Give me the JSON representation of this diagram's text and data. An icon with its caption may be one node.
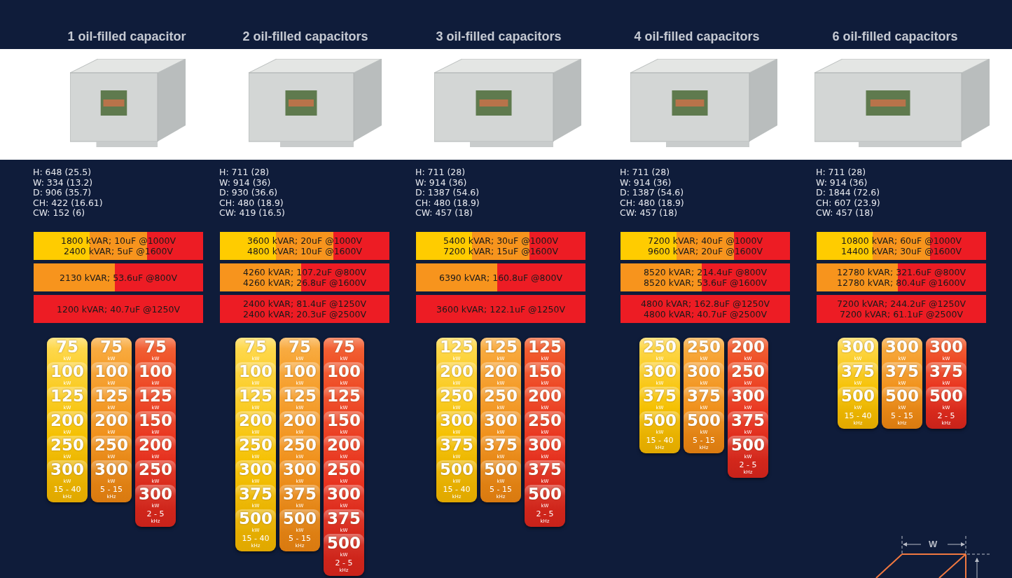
{
  "diagram": {
    "nodes": [
      {
        "text": [
          "1800 kVAR; 10uF @1000V",
          "2400 kVAR; 5uF @1600V"
        ]
      },
      {
        "text": [
          "2130 kVAR; 53.6uF @800V"
        ]
      },
      {
        "text": [
          "1200 kVAR; 40.7uF @1250V"
        ]
      },
      {
        "text": [
          "15 - 40",
          "kHz"
        ]
      },
      {
        "text": [
          "75",
          "kW"
        ],
        "in": 3
      },
      {
        "text": [
          "100",
          "kW"
        ],
        "in": 3
      },
      {
        "text": [
          "125",
          "kW"
        ],
        "in": 3
      },
      {
        "text": [
          "200",
          "kW"
        ],
        "in": 3
      },
      {
        "text": [
          "250",
          "kW"
        ],
        "in": 3
      },
      {
        "text": [
          "300",
          "kW"
        ],
        "in": 3
      },
      {
        "text": [
          "5 - 15",
          "kHz"
        ]
      },
      {
        "text": [
          "75",
          "kW"
        ],
        "in": 10
      },
      {
        "text": [
          "100",
          "kW"
        ],
        "in": 10
      },
      {
        "text": [
          "125",
          "kW"
        ],
        "in": 10
      },
      {
        "text": [
          "200",
          "kW"
        ],
        "in": 10
      },
      {
        "text": [
          "250",
          "kW"
        ],
        "in": 10
      },
      {
        "text": [
          "300",
          "kW"
        ],
        "in": 10
      },
      {
        "text": [
          "2 - 5",
          "kHz"
        ]
      },
      {
        "text": [
          "75",
          "kW"
        ],
        "in": 17
      },
      {
        "text": [
          "100",
          "kW"
        ],
        "in": 17
      },
      {
        "text": [
          "125",
          "kW"
        ],
        "in": 17
      },
      {
        "text": [
          "150",
          "kW"
        ],
        "in": 17
      },
      {
        "text": [
          "200",
          "kW"
        ],
        "in": 17
      },
      {
        "text": [
          "250",
          "kW"
        ],
        "in": 17
      },
      {
        "text": [
          "300",
          "kW"
        ],
        "in": 17
      },
      {
        "text": [
          "3600 kVAR; 20uF @1000V",
          "4800 kVAR; 10uF @1600V"
        ]
      },
      {
        "text": [
          "4260 kVAR; 107.2uF @800V",
          "4260 kVAR; 26.8uF @1600V"
        ]
      },
      {
        "text": [
          "2400 kVAR; 81.4uF @1250V",
          "2400 kVAR; 20.3uF @2500V"
        ]
      },
      {
        "text": [
          "15 - 40",
          "kHz"
        ]
      },
      {
        "text": [
          "75",
          "kW"
        ],
        "in": 28
      },
      {
        "text": [
          "100",
          "kW"
        ],
        "in": 28
      },
      {
        "text": [
          "125",
          "kW"
        ],
        "in": 28
      },
      {
        "text": [
          "200",
          "kW"
        ],
        "in": 28
      },
      {
        "text": [
          "250",
          "kW"
        ],
        "in": 28
      },
      {
        "text": [
          "300",
          "kW"
        ],
        "in": 28
      },
      {
        "text": [
          "375",
          "kW"
        ],
        "in": 28
      },
      {
        "text": [
          "500",
          "kW"
        ],
        "in": 28
      },
      {
        "text": [
          "5 - 15",
          "kHz"
        ]
      },
      {
        "text": [
          "75",
          "kW"
        ],
        "in": 37
      },
      {
        "text": [
          "100",
          "kW"
        ],
        "in": 37
      },
      {
        "text": [
          "125",
          "kW"
        ],
        "in": 37
      },
      {
        "text": [
          "200",
          "kW"
        ],
        "in": 37
      },
      {
        "text": [
          "250",
          "kW"
        ],
        "in": 37
      },
      {
        "text": [
          "300",
          "kW"
        ],
        "in": 37
      },
      {
        "text": [
          "375",
          "kW"
        ],
        "in": 37
      },
      {
        "text": [
          "500",
          "kW"
        ],
        "in": 37
      },
      {
        "text": [
          "2 - 5",
          "kHz"
        ]
      },
      {
        "text": [
          "75",
          "kW"
        ],
        "in": 46
      },
      {
        "text": [
          "100",
          "kW"
        ],
        "in": 46
      },
      {
        "text": [
          "125",
          "kW"
        ],
        "in": 46
      },
      {
        "text": [
          "150",
          "kW"
        ],
        "in": 46
      },
      {
        "text": [
          "200",
          "kW"
        ],
        "in": 46
      },
      {
        "text": [
          "250",
          "kW"
        ],
        "in": 46
      },
      {
        "text": [
          "300",
          "kW"
        ],
        "in": 46
      },
      {
        "text": [
          "375",
          "kW"
        ],
        "in": 46
      },
      {
        "text": [
          "500",
          "kW"
        ],
        "in": 46
      },
      {
        "text": [
          "5400 kVAR; 30uF @1000V",
          "7200 kVAR; 15uF @1600V"
        ]
      },
      {
        "text": [
          "6390 kVAR; 160.8uF @800V"
        ]
      },
      {
        "text": [
          "3600 kVAR; 122.1uF @1250V"
        ]
      },
      {
        "text": [
          "15 - 40",
          "kHz"
        ]
      },
      {
        "text": [
          "125",
          "kW"
        ],
        "in": 59
      },
      {
        "text": [
          "200",
          "kW"
        ],
        "in": 59
      },
      {
        "text": [
          "250",
          "kW"
        ],
        "in": 59
      },
      {
        "text": [
          "300",
          "kW"
        ],
        "in": 59
      },
      {
        "text": [
          "375",
          "kW"
        ],
        "in": 59
      },
      {
        "text": [
          "500",
          "kW"
        ],
        "in": 59
      },
      {
        "text": [
          "5 - 15",
          "kHz"
        ]
      },
      {
        "text": [
          "125",
          "kW"
        ],
        "in": 66
      },
      {
        "text": [
          "200",
          "kW"
        ],
        "in": 66
      },
      {
        "text": [
          "250",
          "kW"
        ],
        "in": 66
      },
      {
        "text": [
          "300",
          "kW"
        ],
        "in": 66
      },
      {
        "text": [
          "375",
          "kW"
        ],
        "in": 66
      },
      {
        "text": [
          "500",
          "kW"
        ],
        "in": 66
      },
      {
        "text": [
          "2 - 5",
          "kHz"
        ]
      },
      {
        "text": [
          "125",
          "kW"
        ],
        "in": 73
      },
      {
        "text": [
          "150",
          "kW"
        ],
        "in": 73
      },
      {
        "text": [
          "200",
          "kW"
        ],
        "in": 73
      },
      {
        "text": [
          "250",
          "kW"
        ],
        "in": 73
      },
      {
        "text": [
          "300",
          "kW"
        ],
        "in": 73
      },
      {
        "text": [
          "375",
          "kW"
        ],
        "in": 73
      },
      {
        "text": [
          "500",
          "kW"
        ],
        "in": 73
      },
      {
        "text": [
          "7200 kVAR; 40uF @1000V",
          "9600 kVAR; 20uF @1600V"
        ]
      },
      {
        "text": [
          "8520 kVAR; 214.4uF @800V",
          "8520 kVAR; 53.6uF @1600V"
        ]
      },
      {
        "text": [
          "4800 kVAR; 162.8uF @1250V",
          "4800 kVAR; 40.7uF @2500V"
        ]
      },
      {
        "text": [
          "15 - 40",
          "kHz"
        ]
      },
      {
        "text": [
          "250",
          "kW"
        ],
        "in": 84
      },
      {
        "text": [
          "300",
          "kW"
        ],
        "in": 84
      },
      {
        "text": [
          "375",
          "kW"
        ],
        "in": 84
      },
      {
        "text": [
          "500",
          "kW"
        ],
        "in": 84
      },
      {
        "text": [
          "5 - 15",
          "kHz"
        ]
      },
      {
        "text": [
          "250",
          "kW"
        ],
        "in": 89
      },
      {
        "text": [
          "300",
          "kW"
        ],
        "in": 89
      },
      {
        "text": [
          "375",
          "kW"
        ],
        "in": 89
      },
      {
        "text": [
          "500",
          "kW"
        ],
        "in": 89
      },
      {
        "text": [
          "2 - 5",
          "kHz"
        ]
      },
      {
        "text": [
          "200",
          "kW"
        ],
        "in": 94
      },
      {
        "text": [
          "250",
          "kW"
        ],
        "in": 94
      },
      {
        "text": [
          "300",
          "kW"
        ],
        "in": 94
      },
      {
        "text": [
          "375",
          "kW"
        ],
        "in": 94
      },
      {
        "text": [
          "500",
          "kW"
        ],
        "in": 94
      },
      {
        "text": [
          "10800 kVAR; 60uF @1000V",
          "14400 kVAR; 30uF @1600V"
        ]
      },
      {
        "text": [
          "12780 kVAR; 321.6uF @800V",
          "12780 kVAR; 80.4uF @1600V"
        ]
      },
      {
        "text": [
          "7200 kVAR; 244.2uF @1250V",
          "7200 kVAR; 61.1uF @2500V"
        ]
      },
      {
        "text": [
          "15 - 40",
          "kHz"
        ]
      },
      {
        "text": [
          "300",
          "kW"
        ],
        "in": 103
      },
      {
        "text": [
          "375",
          "kW"
        ],
        "in": 103
      },
      {
        "text": [
          "500",
          "kW"
        ],
        "in": 103
      },
      {
        "text": [
          "5 - 15",
          "kHz"
        ]
      },
      {
        "text": [
          "300",
          "kW"
        ],
        "in": 107
      },
      {
        "text": [
          "375",
          "kW"
        ],
        "in": 107
      },
      {
        "text": [
          "500",
          "kW"
        ],
        "in": 107
      },
      {
        "text": [
          "2 - 5",
          "kHz"
        ]
      },
      {
        "text": [
          "300",
          "kW"
        ],
        "in": 111
      },
      {
        "text": [
          "375",
          "kW"
        ],
        "in": 111
      },
      {
        "text": [
          "500",
          "kW"
        ],
        "in": 111
      }
    ],
    "labels": [
      "1 oil-filled capacitor",
      "2 oil-filled capacitors",
      "3 oil-filled capacitors",
      "4 oil-filled capacitors",
      "6 oil-filled capacitors",
      "H: 648 (25.5)",
      "W: 334 (13.2)",
      "D: 906 (35.7)",
      "CH: 422 (16.61)",
      "CW: 152 (6)",
      "H: 711 (28)",
      "W: 914 (36)",
      "D: 930 (36.6)",
      "CH: 480 (18.9)",
      "CW: 419 (16.5)",
      "H: 711 (28)",
      "W: 914 (36)",
      "D: 1387 (54.6)",
      "CH: 480 (18.9)",
      "CW: 457 (18)",
      "H: 711 (28)",
      "W: 914 (36)",
      "D: 1387 (54.6)",
      "CH: 480 (18.9)",
      "CW: 457 (18)",
      "H: 711 (28)",
      "W: 914 (36)",
      "D: 1844 (72.6)",
      "CH: 607 (23.9)",
      "CW: 457 (18)",
      "W"
    ]
  }
}
